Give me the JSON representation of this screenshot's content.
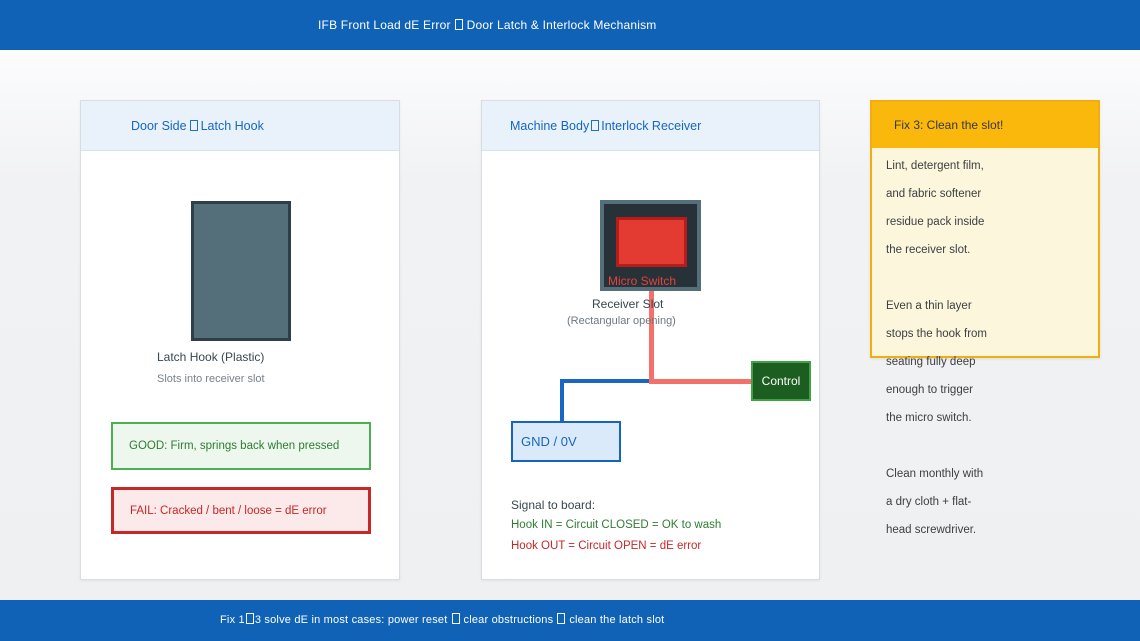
{
  "topbar": {
    "title_pre": "IFB Front Load dE Error",
    "title_post": "Door Latch & Interlock Mechanism"
  },
  "bottombar": {
    "seg1": "Fix 1",
    "seg2": "3 solve dE in most cases: power reset",
    "seg3": "clear obstructions",
    "seg4": "clean the latch slot"
  },
  "panel_door": {
    "header_pre": "Door Side",
    "header_post": "Latch Hook",
    "hook_label": "Latch Hook (Plastic)",
    "hook_sub": "Slots into receiver slot",
    "good_text": "GOOD: Firm, springs back when pressed",
    "fail_text": "FAIL: Cracked / bent / loose = dE error"
  },
  "panel_receiver": {
    "header_pre": "Machine Body",
    "header_post": "Interlock Receiver",
    "micro_switch_label": "Micro Switch",
    "slot_label": "Receiver Slot",
    "slot_sub": "(Rectangular opening)",
    "control_label": "Control",
    "gnd_label": "GND / 0V",
    "signal_title": "Signal to board:",
    "signal_ok": "Hook IN = Circuit CLOSED = OK to wash",
    "signal_fail": "Hook OUT = Circuit OPEN = dE error"
  },
  "panel_fix": {
    "header": "Fix 3: Clean the slot!",
    "lines": [
      "Lint, detergent film,",
      "and fabric softener",
      "residue pack inside",
      "the receiver slot.",
      "",
      "Even a thin layer",
      "stops the hook from",
      "seating fully deep",
      "enough to trigger",
      "the micro switch.",
      "",
      "Clean monthly with",
      "a dry cloth + flat-",
      "head screwdriver."
    ]
  },
  "colors": {
    "bar_blue": "#0f62b5",
    "panel_header_blue": "#1467c2",
    "hook_slate": "#546e7a",
    "good_green": "#4caf50",
    "fail_red": "#c62828",
    "switch_red": "#e33b32",
    "wire_red": "#f4706a",
    "wire_blue": "#1a66c4",
    "control_green": "#1b5e20",
    "fix_amber": "#fbb80c"
  }
}
